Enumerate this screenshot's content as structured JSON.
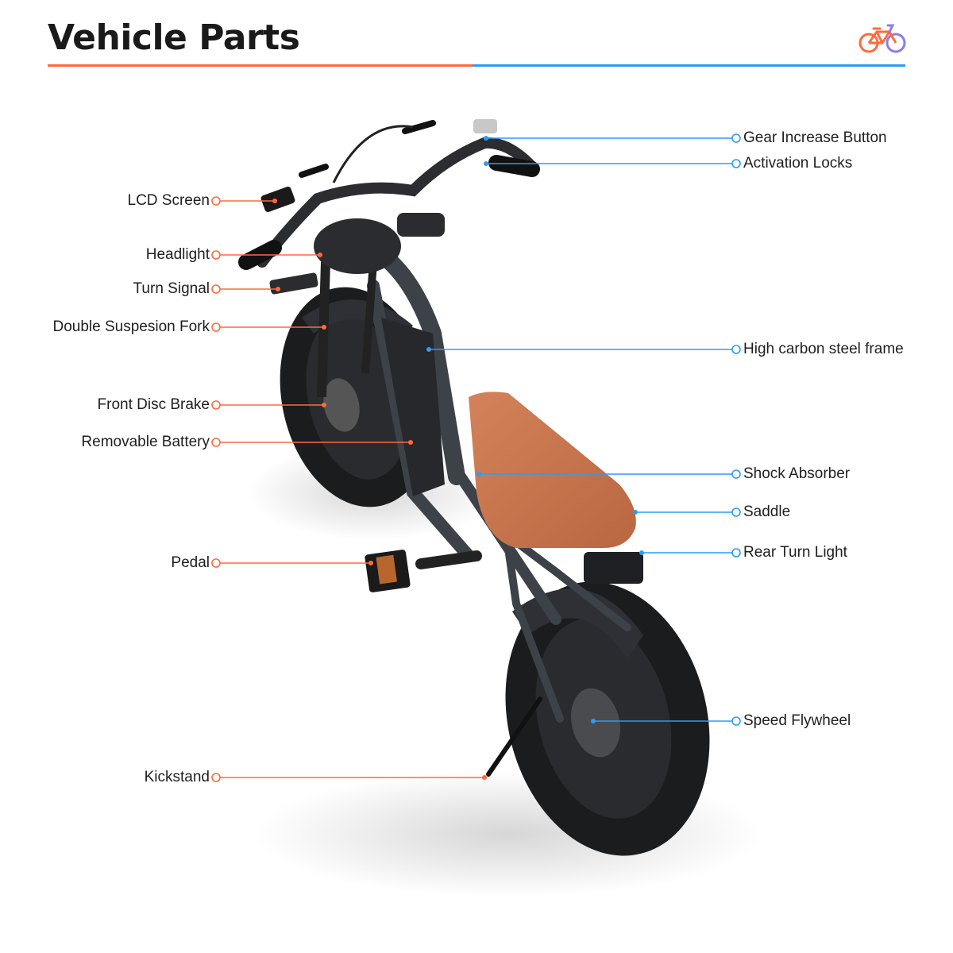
{
  "header": {
    "title": "Vehicle Parts",
    "logo_icon": "bicycle-icon"
  },
  "colors": {
    "left_accent": "#ff6a3d",
    "right_accent": "#2f9bf2",
    "seat": "#c9744a",
    "frame": "#3d4148",
    "tire": "#1b1c1e"
  },
  "parts_left": [
    "LCD Screen",
    "Headlight",
    "Turn Signal",
    "Double Suspesion Fork",
    "Front Disc Brake",
    "Removable Battery",
    "Pedal",
    "Kickstand"
  ],
  "parts_right": [
    "Gear Increase Button",
    "Activation Locks",
    "High carbon steel frame",
    "Shock Absorber",
    "Saddle",
    "Rear Turn Light",
    "Speed Flywheel"
  ]
}
